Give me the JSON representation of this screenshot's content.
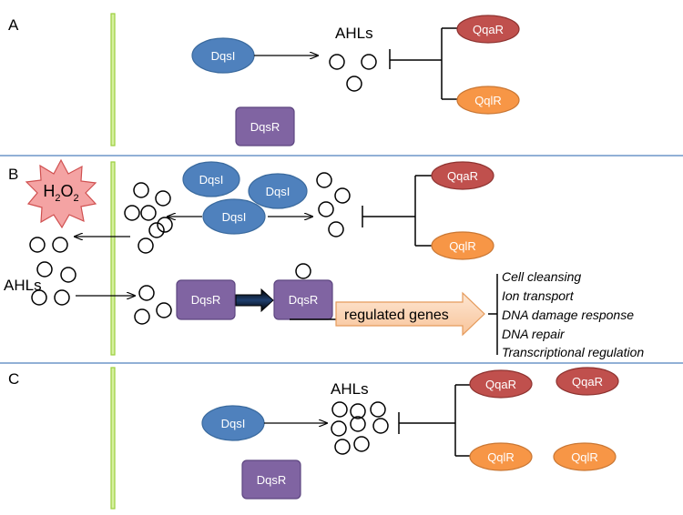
{
  "panels": {
    "a": "A",
    "b": "B",
    "c": "C"
  },
  "labels": {
    "dqsi": "DqsI",
    "dqsr": "DqsR",
    "qqar": "QqaR",
    "qqlr": "QqlR",
    "ahls": "AHLs",
    "h2o2_h": "H",
    "h2o2_2a": "2",
    "h2o2_o": "O",
    "h2o2_2b": "2",
    "regulated_genes": "regulated genes"
  },
  "functions": [
    "Cell cleansing",
    "Ion transport",
    "DNA damage response",
    "DNA repair",
    "Transcriptional regulation"
  ],
  "colors": {
    "membrane_fill": "#d6f0a0",
    "membrane_stroke": "#9bcf3d",
    "dqsi_fill": "#4f81bd",
    "dqsr_fill": "#8064a2",
    "qqar_fill": "#c0504d",
    "qqlr_fill": "#f79646",
    "divider": "#4f81bd",
    "burst_fill": "#f4a3a3",
    "genes_arrow_fill": "#fcd5b4"
  }
}
